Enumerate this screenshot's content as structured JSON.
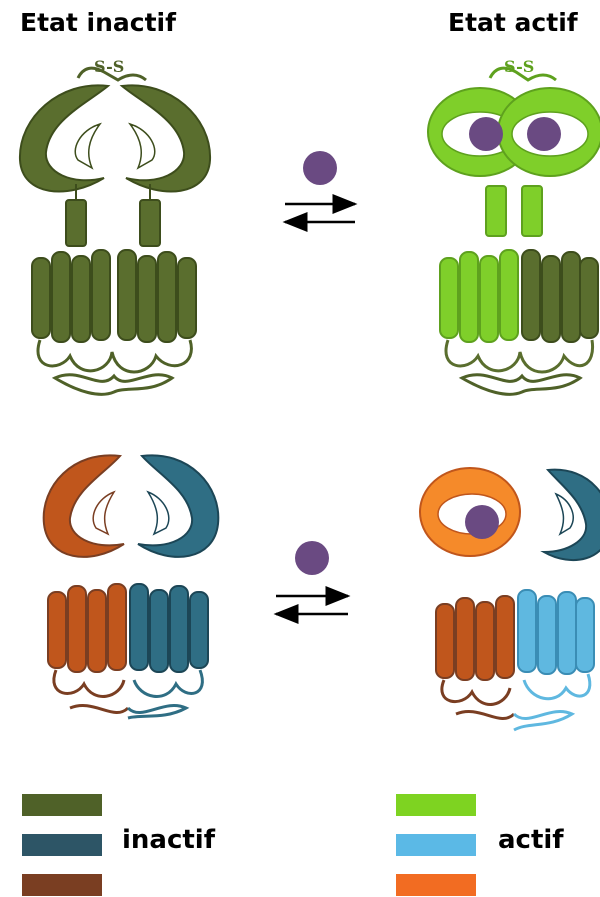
{
  "titles": {
    "inactive_state": "Etat inactif",
    "active_state": "Etat actif"
  },
  "disulfide_label": "S-S",
  "legend": {
    "inactive_label": "inactif",
    "active_label": "actif",
    "inactive_colors": [
      "#4f6128",
      "#2d5566",
      "#7a3e22"
    ],
    "active_colors": [
      "#7ed321",
      "#5bb9e6",
      "#f26c22"
    ]
  },
  "colors": {
    "homodimer_inactive": "#5a6e2e",
    "homodimer_active": "#7fcf2a",
    "ligand": "#6a4a82",
    "subunit_orange_inactive": "#c0561c",
    "subunit_blue_inactive": "#2f6e84",
    "subunit_orange_active": "#f58a2a",
    "subunit_blue_active": "#5fb8e0",
    "loop_brown": "#7a3e22"
  }
}
